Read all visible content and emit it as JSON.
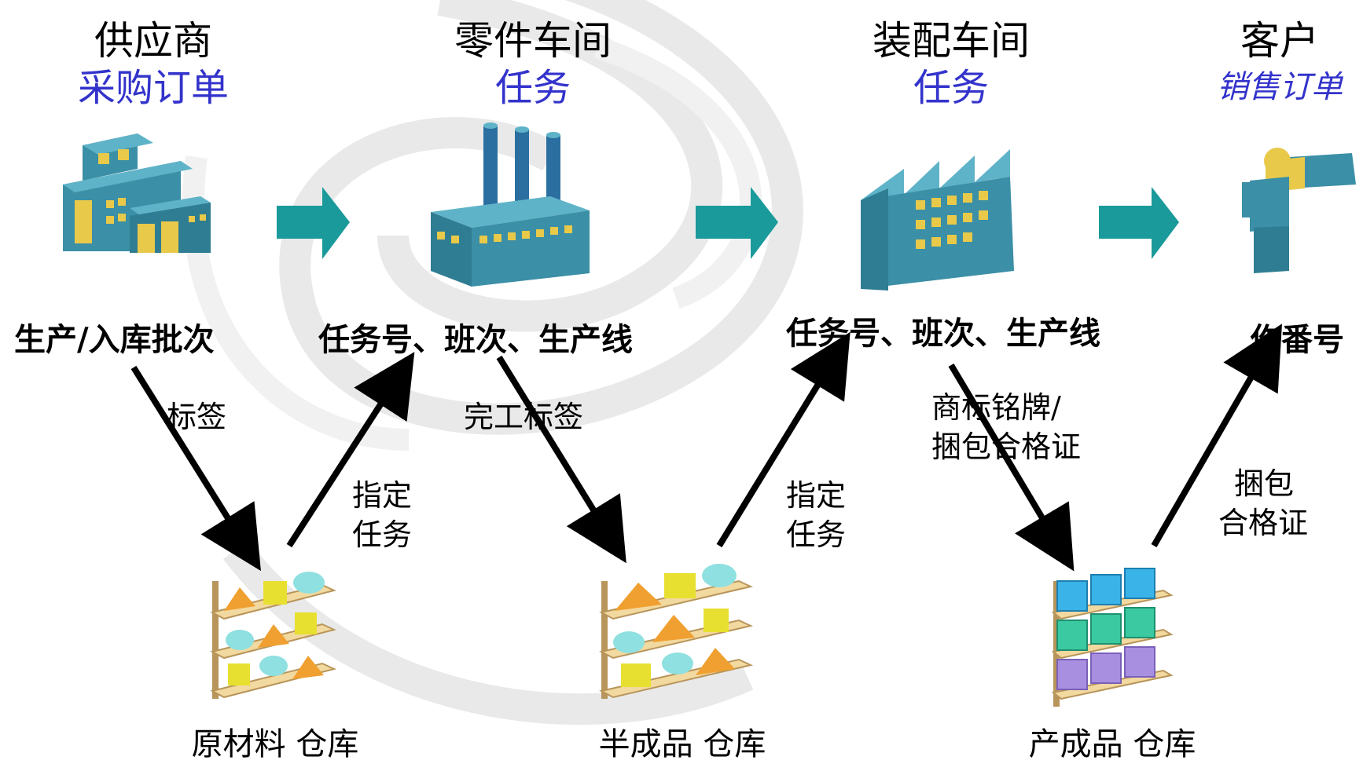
{
  "stages": [
    {
      "title": "供应商",
      "subtitle": "采购订单",
      "info": "生产/入库批次"
    },
    {
      "title": "零件车间",
      "subtitle": "任务",
      "info": "任务号、班次、生产线"
    },
    {
      "title": "装配车间",
      "subtitle": "任务",
      "info": "任务号、班次、生产线"
    },
    {
      "title": "客户",
      "subtitle": "销售订单",
      "info": "作番号"
    }
  ],
  "warehouses": [
    {
      "label": "原材料 仓库"
    },
    {
      "label": "半成品 仓库"
    },
    {
      "label": "产成品 仓库"
    }
  ],
  "flow_labels": {
    "label_tag": "标签",
    "assign_task_1": [
      "指定",
      "任务"
    ],
    "finish_tag": "完工标签",
    "assign_task_2": [
      "指定",
      "任务"
    ],
    "brand_cert": [
      "商标铭牌/",
      "捆包合格证"
    ],
    "bundle_cert": [
      "捆包",
      "合格证"
    ]
  },
  "colors": {
    "building": "#3b8fa6",
    "window": "#e8c94a",
    "arrow_teal": "#1a9a9a",
    "subtitle_blue": "#3333cc",
    "box_blue": "#3ab3e8",
    "box_green": "#3ac9a0",
    "box_purple": "#a98fe0"
  }
}
